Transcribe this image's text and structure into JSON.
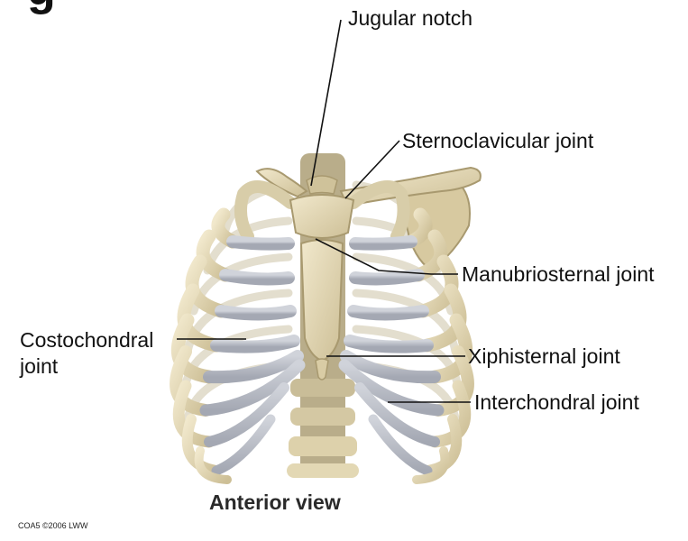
{
  "title_fragment": "g",
  "labels": {
    "jugular_notch": "Jugular notch",
    "sternoclavicular_joint": "Sternoclavicular joint",
    "manubriosternal_joint": "Manubriosternal joint",
    "costochondral_joint_line1": "Costochondral",
    "costochondral_joint_line2": "joint",
    "xiphisternal_joint": "Xiphisternal joint",
    "interchondral_joint": "Interchondral joint"
  },
  "caption": "Anterior view",
  "credit": "COA5 ©2006 LWW",
  "colors": {
    "bone": "#e7dcbc",
    "bone_shadow": "#c9bb92",
    "cartilage": "#c3c6cf",
    "cartilage_shadow": "#9da1ad",
    "leader_line": "#111111"
  }
}
